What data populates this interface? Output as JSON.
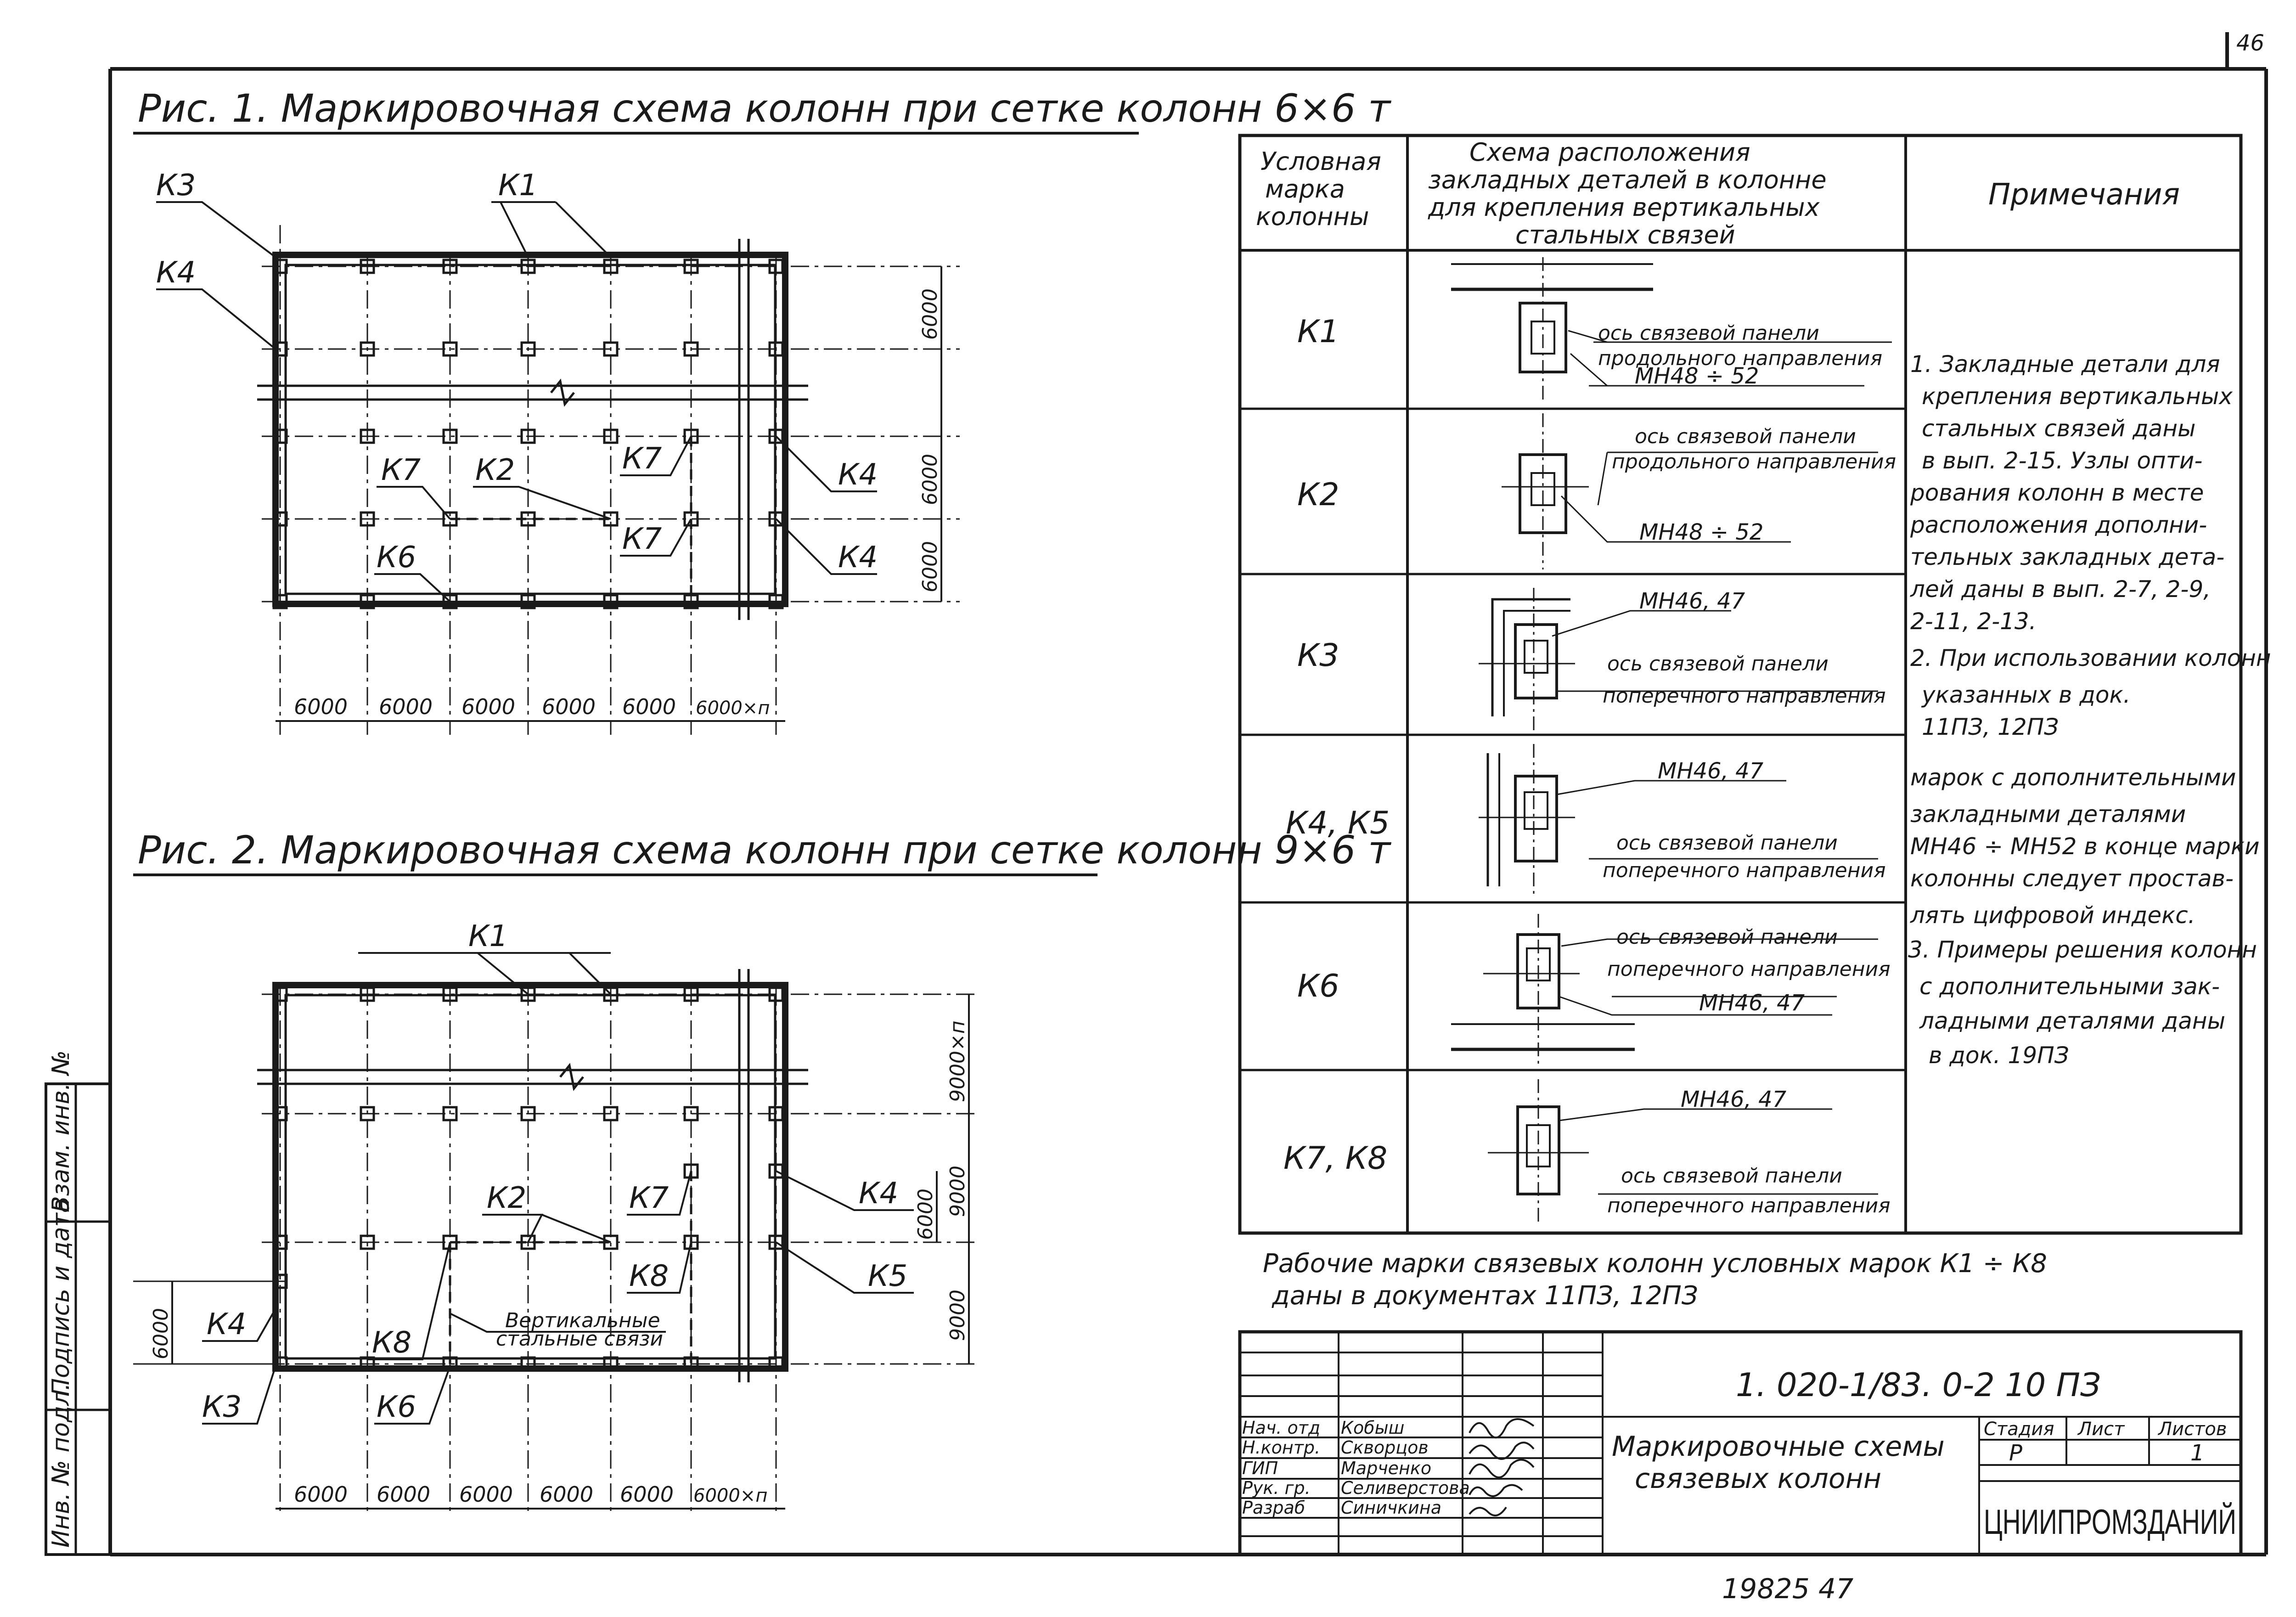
{
  "page_number": "46",
  "footer_number": "19825   47",
  "fig1": {
    "title": "Рис. 1. Маркировочная схема колонн при сетке колонн   6×6 т",
    "dims_bottom": [
      "6000",
      "6000",
      "6000",
      "6000",
      "6000",
      "6000×п"
    ],
    "dims_right": [
      "6000",
      "6000",
      "6000"
    ],
    "labels": {
      "K1": "К1",
      "K2": "К2",
      "K3": "К3",
      "K4a": "К4",
      "K4b": "К4",
      "K4c": "К4",
      "K6": "К6",
      "K7a": "К7",
      "K7b": "К7",
      "K7c": "К7"
    }
  },
  "fig2": {
    "title": "Рис. 2. Маркировочная схема колонн при сетке колонн 9×6 т",
    "dims_bottom": [
      "6000",
      "6000",
      "6000",
      "6000",
      "6000",
      "6000×п"
    ],
    "dims_right": [
      "9000×п",
      "9000",
      "9000"
    ],
    "dim_right_inner": "6000",
    "dim_left": "6000",
    "labels": {
      "K1": "К1",
      "K2": "К2",
      "K3": "К3",
      "K4a": "К4",
      "K4b": "К4",
      "K5": "К5",
      "K6": "К6",
      "K7": "К7",
      "K8a": "К8",
      "K8b": "К8"
    },
    "brace_label": [
      "Вертикальные",
      "стальные связи"
    ]
  },
  "side_stamp": [
    "Инв. № подл.",
    "Подпись и дата",
    "Взам. инв. №"
  ],
  "table": {
    "headers": [
      [
        "Условная",
        "марка",
        "колонны"
      ],
      [
        "Схема расположения",
        "закладных деталей в колонне",
        "для крепления вертикальных",
        "стальных связей"
      ],
      [
        "Примечания"
      ]
    ],
    "rows": [
      {
        "mark": "К1",
        "callouts": [
          "ось связевой панели",
          "продольного направления",
          "МН48 ÷ 52"
        ]
      },
      {
        "mark": "К2",
        "callouts": [
          "ось связевой панели",
          "продольного направления",
          "МН48 ÷ 52"
        ]
      },
      {
        "mark": "К3",
        "callouts": [
          "МН46, 47",
          "ось связевой панели",
          "поперечного направления"
        ]
      },
      {
        "mark": "К4, К5",
        "callouts": [
          "МН46, 47",
          "ось связевой панели",
          "поперечного направления"
        ]
      },
      {
        "mark": "К6",
        "callouts": [
          "ось связевой панели",
          "поперечного направления",
          "МН46, 47"
        ]
      },
      {
        "mark": "К7, К8",
        "callouts": [
          "МН46, 47",
          "ось связевой панели",
          "поперечного направления"
        ]
      }
    ],
    "notes": [
      "1. Закладные детали для",
      "крепления вертикальных",
      "стальных связей даны",
      "в вып. 2-15. Узлы опти-",
      "рования колонн в месте",
      "расположения дополни-",
      "тельных закладных дета-",
      "лей даны в вып. 2-7, 2-9,",
      "2-11, 2-13.",
      "2. При использовании колонн",
      "указанных в док.",
      "11ПЗ, 12ПЗ",
      "марок с дополнительными",
      "закладными деталями",
      "МН46 ÷ МН52 в конце марки",
      "колонны следует простав-",
      "лять цифровой индекс.",
      "3. Примеры решения колонн",
      "с дополнительными зак-",
      "ладными деталями даны",
      "в док. 19ПЗ"
    ],
    "footnote": [
      "Рабочие марки связевых колонн условных марок К1 ÷ К8",
      "даны в документах 11ПЗ, 12ПЗ"
    ]
  },
  "title_block": {
    "doc_code": "1. 020-1/83. 0-2    10 ПЗ",
    "title": [
      "Маркировочные схемы",
      "связевых колонн"
    ],
    "roles": [
      "Нач. отд",
      "Н.контр.",
      "ГИП",
      "Рук. гр.",
      "Разраб"
    ],
    "names": [
      "Кобыш",
      "Скворцов",
      "Марченко",
      "Селиверстова",
      "Синичкина"
    ],
    "stage_headers": [
      "Стадия",
      "Лист",
      "Листов"
    ],
    "stage_values": [
      "Р",
      "",
      "1"
    ],
    "org": "ЦНИИПРОМЗДАНИЙ"
  }
}
